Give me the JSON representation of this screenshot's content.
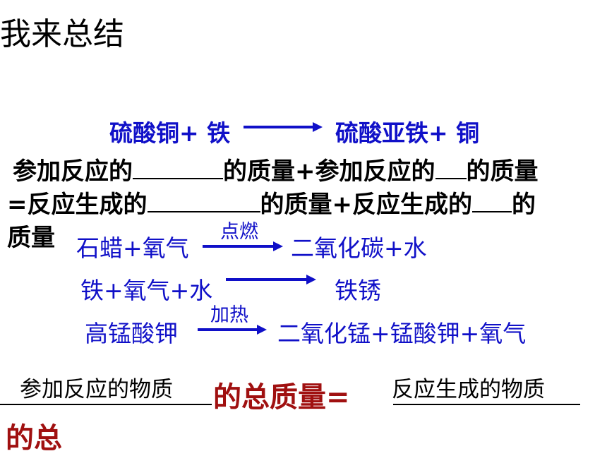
{
  "title": "我来总结",
  "reactions": [
    {
      "reactants": "硫酸铜+ 铁",
      "products": "硫酸亚铁+ 铜",
      "condition": ""
    },
    {
      "reactants": "石蜡+氧气",
      "products": "二氧化碳+水",
      "condition": "点燃"
    },
    {
      "reactants": "铁+氧气+水",
      "products": "铁锈",
      "condition": ""
    },
    {
      "reactants": "高锰酸钾",
      "products": "二氧化锰+锰酸钾+氧气",
      "condition": "加热"
    }
  ],
  "summary": {
    "line1_a": "参加反应的",
    "line1_b": "的质量+参加反应的",
    "line1_c": "的质量",
    "line2_a": "=反应生成的",
    "line2_b": "的质量+反应生成的",
    "line2_c": "的",
    "line3": "质量"
  },
  "law": {
    "left": "参加反应的物质",
    "middle": "的总质量=",
    "right": "反应生成的物质",
    "tail": "的总"
  },
  "colors": {
    "blue": "#1010c8",
    "maroon": "#a01010"
  }
}
